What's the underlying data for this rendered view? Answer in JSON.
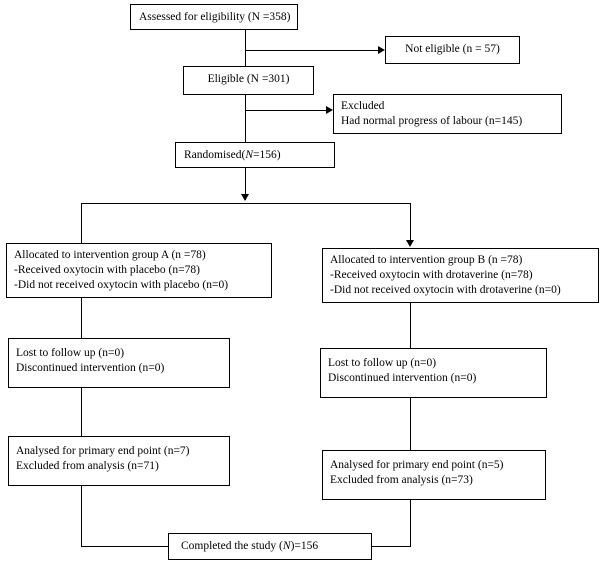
{
  "diagram": {
    "type": "flowchart",
    "title": "CONSORT participant flow diagram",
    "nodes": {
      "assessed": {
        "label": "Assessed for eligibility  (N =358)"
      },
      "not_eligible": {
        "label": "Not eligible  (n = 57)"
      },
      "eligible": {
        "label": "Eligible  (N =301)"
      },
      "excluded": {
        "line1": "Excluded",
        "line2": "Had normal progress of labour (n=145)"
      },
      "randomised": {
        "prefix": "Randomised(",
        "italic": "N",
        "suffix": "=156)"
      },
      "alloc_a": {
        "line1": "Allocated to intervention group A (n =78)",
        "line2": "-Received oxytocin with placebo (n=78)",
        "line3": "-Did not received oxytocin with placebo (n=0)"
      },
      "alloc_b": {
        "line1": "Allocated to intervention group B (n =78)",
        "line2": "-Received oxytocin with drotaverine (n=78)",
        "line3": "-Did not received oxytocin with drotaverine (n=0)"
      },
      "followup_a": {
        "line1": "Lost to follow up (n=0)",
        "line2": "Discontinued intervention (n=0)"
      },
      "followup_b": {
        "line1": "Lost to follow up (n=0)",
        "line2": "Discontinued intervention (n=0)"
      },
      "analysis_a": {
        "line1": "Analysed for primary end point (n=7)",
        "line2": "Excluded from analysis (n=71)"
      },
      "analysis_b": {
        "line1": "Analysed for primary end point (n=5)",
        "line2": "Excluded from analysis (n=73)"
      },
      "completed": {
        "prefix": "Completed the study (",
        "italic": "N",
        "suffix": ")=156"
      }
    },
    "style": {
      "line_color": "#000000",
      "box_border": "#000000",
      "background": "#ffffff",
      "text_color": "#000000"
    }
  }
}
